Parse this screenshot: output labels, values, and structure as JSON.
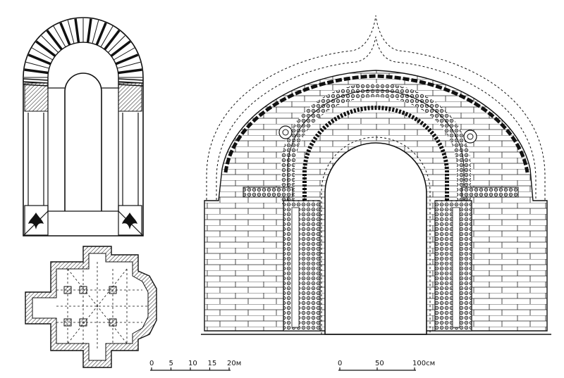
{
  "figures": {
    "window": {
      "label": ""
    },
    "plan": {
      "label": ""
    },
    "portal": {
      "label": ""
    }
  },
  "scale_plan": {
    "ticks": [
      "0",
      "5",
      "10",
      "15",
      "20м"
    ]
  },
  "scale_portal": {
    "ticks": [
      "0",
      "50",
      "100см"
    ]
  },
  "colors": {
    "ink": "#111111",
    "paper": "#ffffff"
  }
}
